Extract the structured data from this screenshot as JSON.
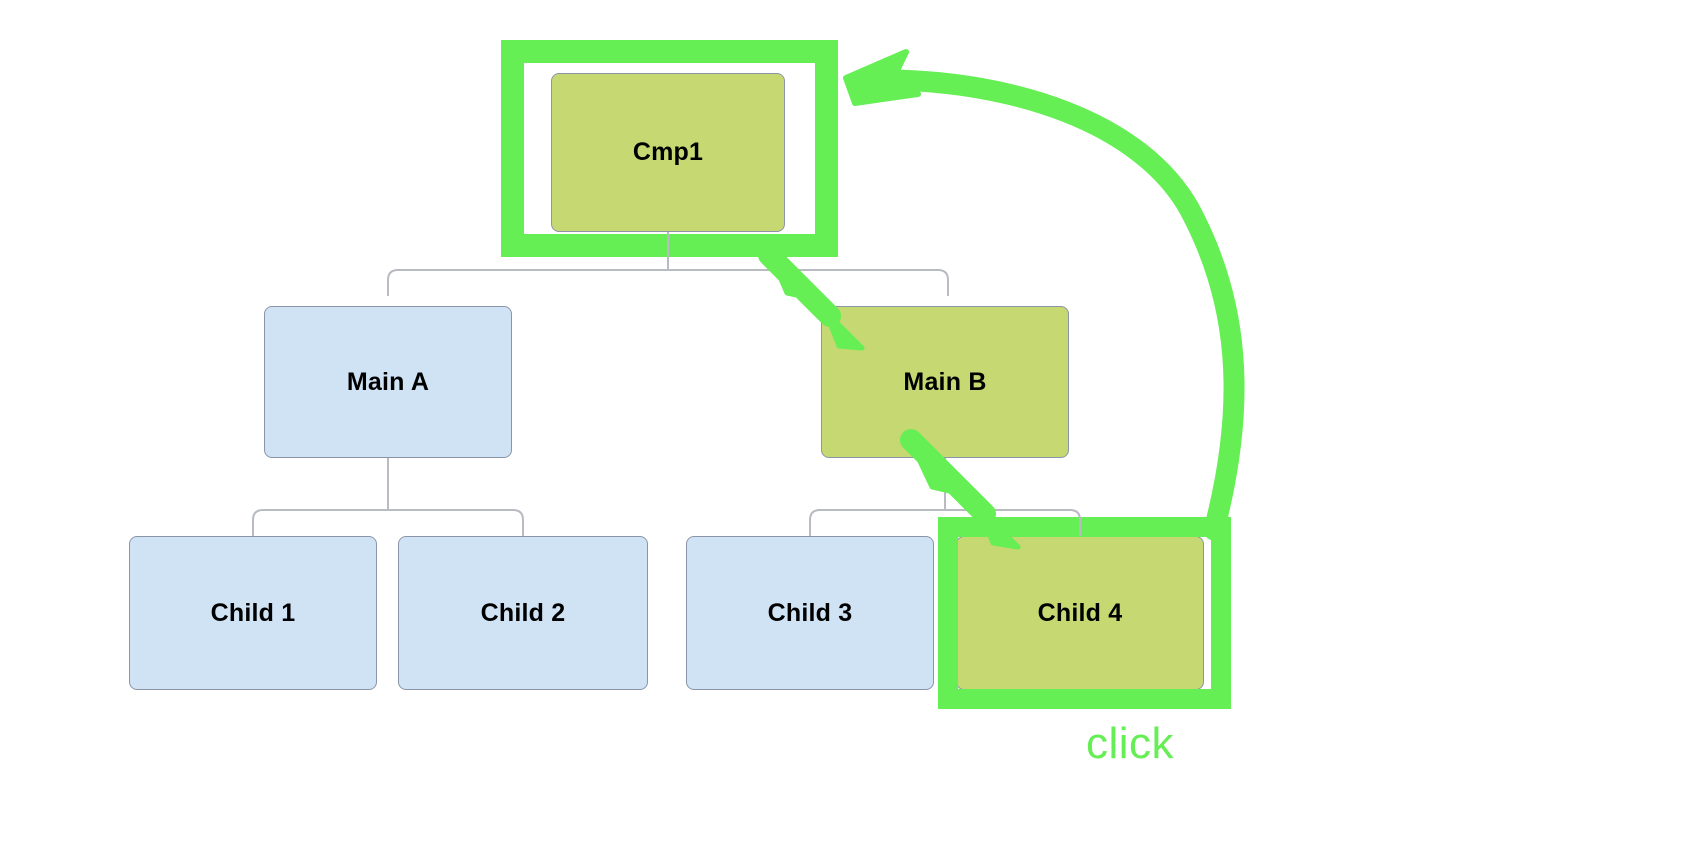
{
  "diagram": {
    "title": "component-tree-rerender",
    "background_color": "#ffffff",
    "node_fill_unchanged": "#cfe3f5",
    "node_fill_highlighted": "#c5d871",
    "node_border_color": "#8a96a8",
    "connector_color": "#b8bcc2",
    "annotation_color": "#66ee55"
  },
  "nodes": {
    "root": {
      "label": "Cmp1",
      "state": "highlighted"
    },
    "main_a": {
      "label": "Main A",
      "state": "unchanged"
    },
    "main_b": {
      "label": "Main B",
      "state": "highlighted"
    },
    "child1": {
      "label": "Child 1",
      "state": "unchanged"
    },
    "child2": {
      "label": "Child 2",
      "state": "unchanged"
    },
    "child3": {
      "label": "Child 3",
      "state": "unchanged"
    },
    "child4": {
      "label": "Child 4",
      "state": "highlighted"
    }
  },
  "annotations": {
    "click_caption": "click",
    "highlight_ring_root": "Cmp1",
    "highlight_ring_child4": "Child 4"
  }
}
